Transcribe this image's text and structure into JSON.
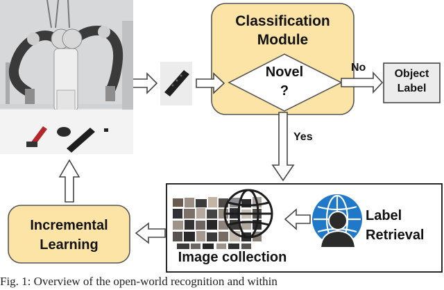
{
  "nodes": {
    "classification": {
      "line1": "Classification",
      "line2": "Module"
    },
    "decision": {
      "line1": "Novel",
      "line2": "?"
    },
    "object_label": {
      "line1": "Object",
      "line2": "Label"
    },
    "incremental": {
      "line1": "Incremental",
      "line2": "Learning"
    },
    "label_retrieval": {
      "line1": "Label",
      "line2": "Retrieval"
    },
    "image_collection": {
      "label": "Image collection"
    }
  },
  "edges": {
    "no": "No",
    "yes": "Yes"
  },
  "caption": "Fig. 1: Overview of the open-world recognition and within",
  "colors": {
    "module_fill": "#fce4a6",
    "node_stroke": "#555555",
    "arrow_stroke": "#444444",
    "globe_blue": "#1f78c8",
    "person_dark": "#2b2b2b"
  }
}
